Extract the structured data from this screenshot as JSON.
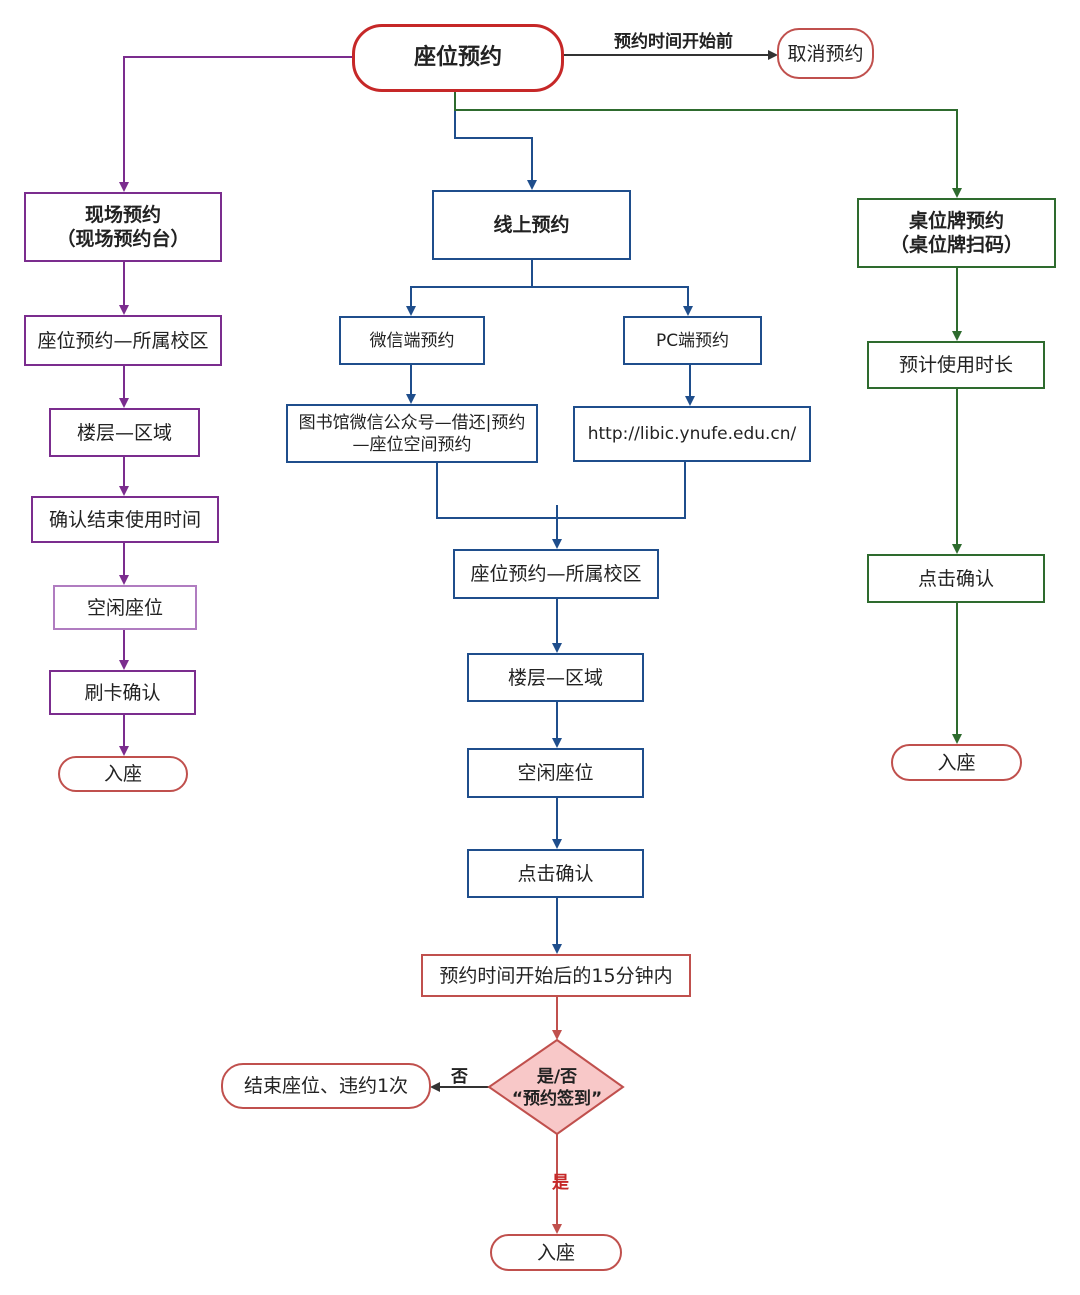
{
  "colors": {
    "purple": "#7b2d8e",
    "blue": "#1f4e8c",
    "green": "#2e6b2e",
    "red": "#c0504d",
    "root": "#c62828",
    "diamond_fill": "#f8c8c8",
    "yes_label": "#c62828"
  },
  "root": {
    "label": "座位预约"
  },
  "cancel": {
    "condition": "预约时间开始前",
    "label": "取消预约"
  },
  "onsite": {
    "title_line1": "现场预约",
    "title_line2": "（现场预约台）",
    "steps": [
      "座位预约—所属校区",
      "楼层—区域",
      "确认结束使用时间",
      "空闲座位",
      "刷卡确认"
    ],
    "end": "入座"
  },
  "online": {
    "title": "线上预约",
    "wechat": {
      "label": "微信端预约",
      "path_line1": "图书馆微信公众号—借还|预约",
      "path_line2": "—座位空间预约"
    },
    "pc": {
      "label": "PC端预约",
      "url": "http://libic.ynufe.edu.cn/"
    },
    "steps": [
      "座位预约—所属校区",
      "楼层—区域",
      "空闲座位",
      "点击确认"
    ],
    "window": "预约时间开始后的15分钟内",
    "decision_line1": "是/否",
    "decision_line2": "“预约签到”",
    "no_label": "否",
    "no_result": "结束座位、违约1次",
    "yes_label": "是",
    "end": "入座"
  },
  "desk": {
    "title_line1": "桌位牌预约",
    "title_line2": "（桌位牌扫码）",
    "steps": [
      "预计使用时长",
      "点击确认"
    ],
    "end": "入座"
  }
}
